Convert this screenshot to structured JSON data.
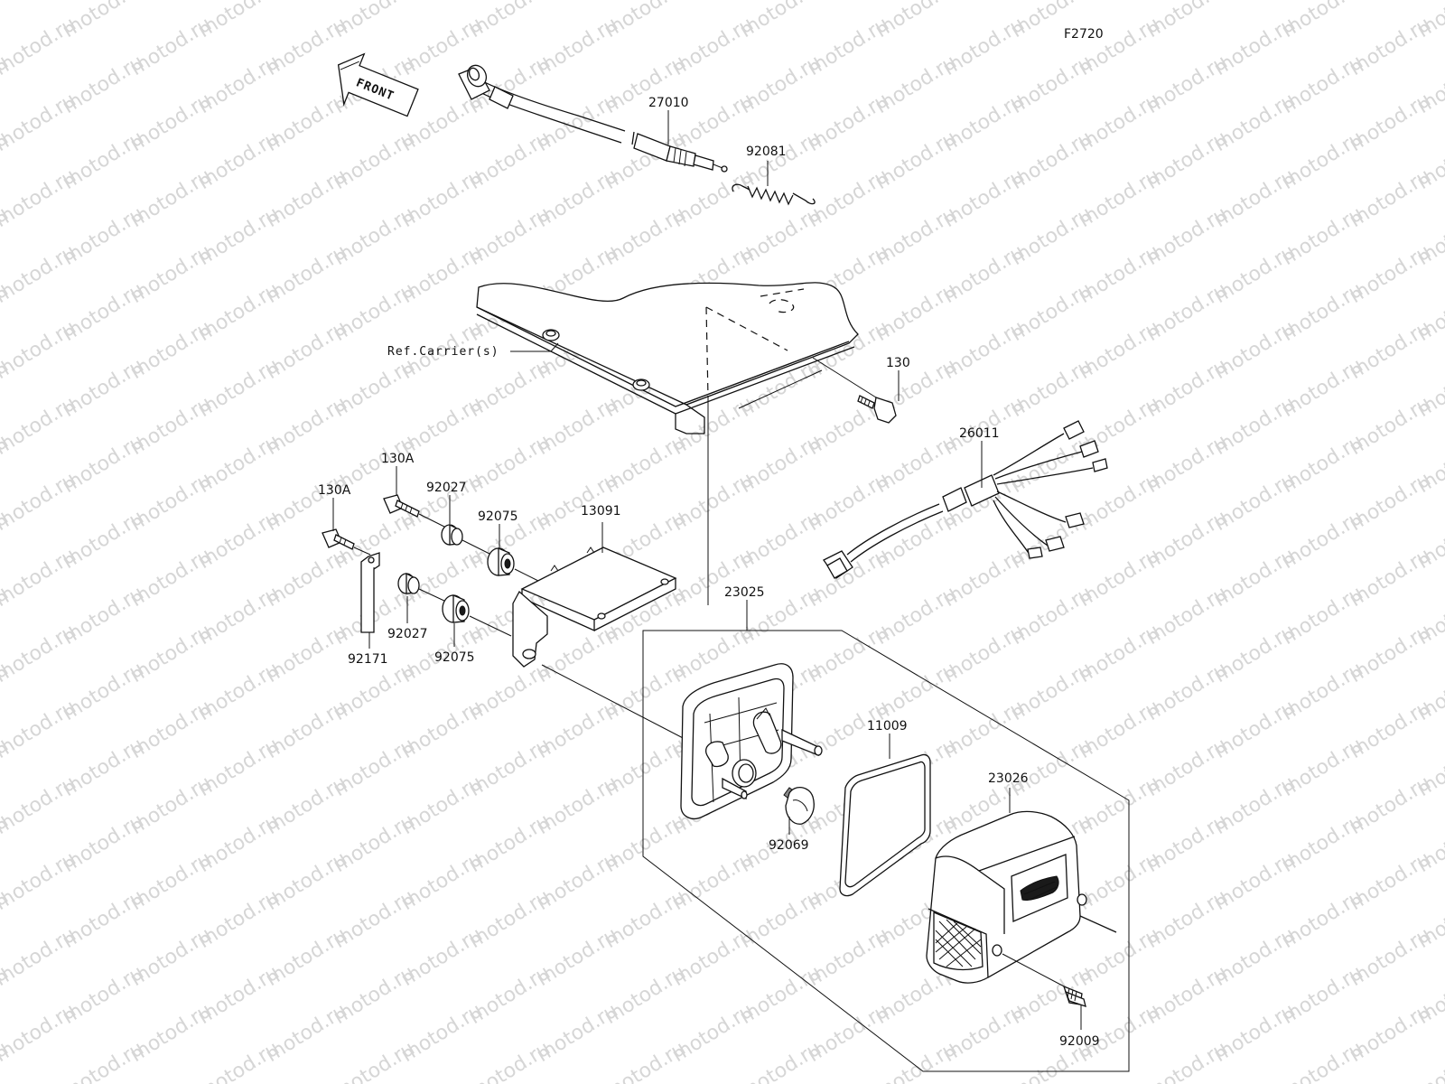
{
  "diagram": {
    "code": "F2720",
    "front_label": "FRONT",
    "watermark": "motod.ru",
    "ref_label": "Ref.Carrier(s)",
    "parts": {
      "p27010": "27010",
      "p92081": "92081",
      "p130": "130",
      "p26011": "26011",
      "p130A_1": "130A",
      "p130A_2": "130A",
      "p92027_1": "92027",
      "p92027_2": "92027",
      "p92075_1": "92075",
      "p92075_2": "92075",
      "p13091": "13091",
      "p92171": "92171",
      "p23025": "23025",
      "p11009": "11009",
      "p23026": "23026",
      "p92069": "92069",
      "p92009": "92009"
    }
  }
}
